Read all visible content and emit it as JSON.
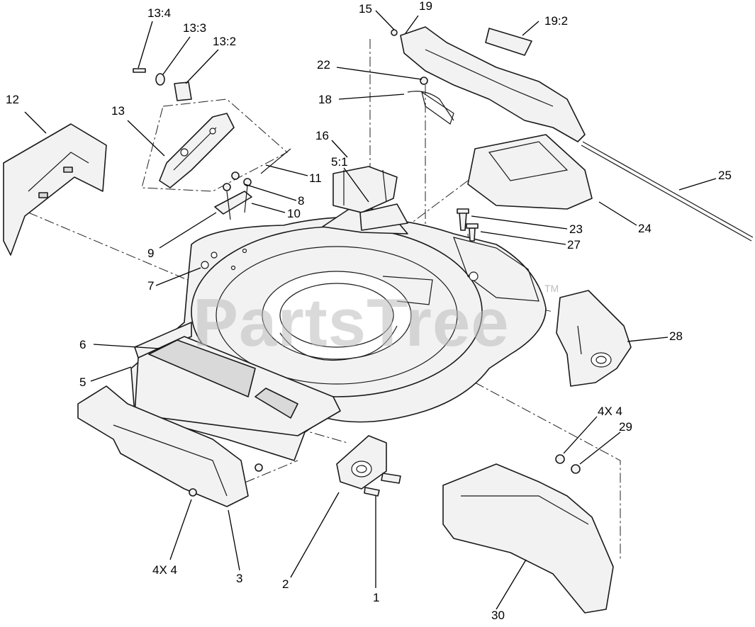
{
  "watermark": {
    "text": "PartsTree",
    "trademark": "TM"
  },
  "callouts": {
    "c13_4": "13:4",
    "c13_3": "13:3",
    "c13_2": "13:2",
    "c12": "12",
    "c13": "13",
    "c15": "15",
    "c19": "19",
    "c19_2": "19:2",
    "c22": "22",
    "c18": "18",
    "c16": "16",
    "c5_1": "5:1",
    "c11": "11",
    "c8": "8",
    "c10": "10",
    "c9": "9",
    "c7": "7",
    "c6": "6",
    "c5": "5",
    "c25": "25",
    "c24": "24",
    "c23": "23",
    "c27": "27",
    "c28": "28",
    "c4x4_right": "4X 4",
    "c29": "29",
    "c30": "30",
    "c4x4_left": "4X 4",
    "c3": "3",
    "c2": "2",
    "c1": "1"
  }
}
